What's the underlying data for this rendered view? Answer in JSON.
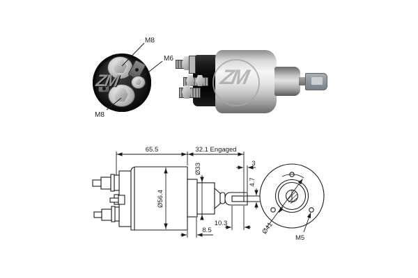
{
  "cap_photo": {
    "labels": {
      "m8_top": "M8",
      "m6": "M6",
      "m8_bottom": "M8"
    }
  },
  "watermark": {
    "text": "ZM"
  },
  "side_view": {
    "dims": {
      "length": "65.5",
      "engaged": "32.1 Engaged",
      "nose_diameter": "Ø33",
      "body_diameter": "Ø56.4",
      "step": "8.5",
      "slot_length": "10.3",
      "tip": "3",
      "slot_height": "4.7"
    }
  },
  "end_view": {
    "dims": {
      "bolt_circle": "Ø41",
      "mount_thread": "M5"
    }
  },
  "colors": {
    "line": "#1a1a1a",
    "background": "#ffffff"
  }
}
